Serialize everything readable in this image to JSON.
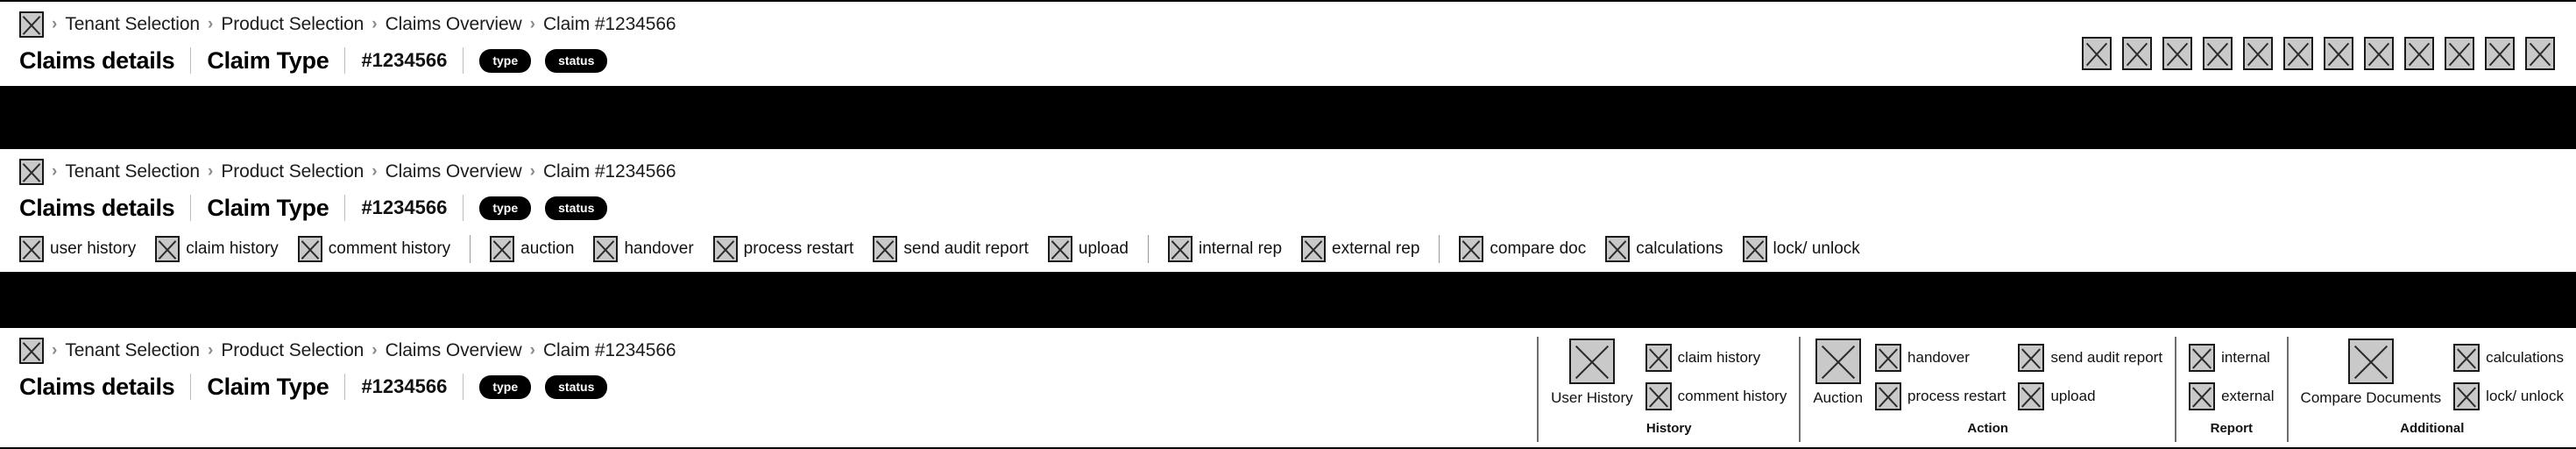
{
  "breadcrumb": {
    "logo_icon": "app-logo-placeholder-icon",
    "separator": "›",
    "items": [
      {
        "label": "Tenant Selection"
      },
      {
        "label": "Product Selection"
      },
      {
        "label": "Claims Overview"
      },
      {
        "label": "Claim #1234566"
      }
    ]
  },
  "header": {
    "title": "Claims details",
    "subtitle": "Claim Type",
    "claim_id": "#1234566",
    "type_badge": "type",
    "status_badge": "status"
  },
  "panel1": {
    "top_icon_count": 12,
    "top_icons": [
      {
        "name": "toolbar-icon-1"
      },
      {
        "name": "toolbar-icon-2"
      },
      {
        "name": "toolbar-icon-3"
      },
      {
        "name": "toolbar-icon-4"
      },
      {
        "name": "toolbar-icon-5"
      },
      {
        "name": "toolbar-icon-6"
      },
      {
        "name": "toolbar-icon-7"
      },
      {
        "name": "toolbar-icon-8"
      },
      {
        "name": "toolbar-icon-9"
      },
      {
        "name": "toolbar-icon-10"
      },
      {
        "name": "toolbar-icon-11"
      },
      {
        "name": "toolbar-icon-12"
      }
    ]
  },
  "panel2": {
    "toolbar": [
      {
        "label": "user history",
        "divider_after": false
      },
      {
        "label": "claim history",
        "divider_after": false
      },
      {
        "label": "comment history",
        "divider_after": true
      },
      {
        "label": "auction",
        "divider_after": false
      },
      {
        "label": "handover",
        "divider_after": false
      },
      {
        "label": "process restart",
        "divider_after": false
      },
      {
        "label": "send audit report",
        "divider_after": false
      },
      {
        "label": "upload",
        "divider_after": true
      },
      {
        "label": "internal rep",
        "divider_after": false
      },
      {
        "label": "external rep",
        "divider_after": true
      },
      {
        "label": "compare doc",
        "divider_after": false
      },
      {
        "label": "calculations",
        "divider_after": false
      },
      {
        "label": "lock/ unlock",
        "divider_after": false
      }
    ]
  },
  "panel3": {
    "groups": [
      {
        "title": "History",
        "large": {
          "label": "User History"
        },
        "stack": [
          {
            "label": "claim history"
          },
          {
            "label": "comment history"
          }
        ]
      },
      {
        "title": "Action",
        "large": {
          "label": "Auction"
        },
        "stack": [
          {
            "label": "handover"
          },
          {
            "label": "process restart"
          }
        ],
        "stack2": [
          {
            "label": "send audit report"
          },
          {
            "label": "upload"
          }
        ]
      },
      {
        "title": "Report",
        "stack": [
          {
            "label": "internal"
          },
          {
            "label": "external"
          }
        ]
      },
      {
        "title": "Additional",
        "large": {
          "label": "Compare Documents"
        },
        "stack": [
          {
            "label": "calculations"
          },
          {
            "label": "lock/ unlock"
          }
        ]
      }
    ]
  },
  "colors": {
    "panel_background": "#ffffff",
    "page_background": "#000000",
    "badge_background": "#000000",
    "badge_text": "#ffffff",
    "placeholder_fill": "#c9c9c9",
    "placeholder_border": "#1a1a1a",
    "divider": "#9a9a9a"
  }
}
